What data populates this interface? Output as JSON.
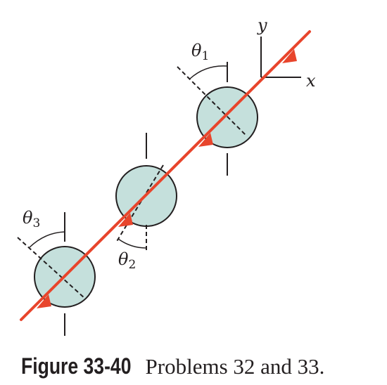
{
  "diagram": {
    "angle_labels": [
      {
        "symbol": "θ",
        "subscript": "1"
      },
      {
        "symbol": "θ",
        "subscript": "2"
      },
      {
        "symbol": "θ",
        "subscript": "3"
      }
    ],
    "axes": {
      "x_label": "x",
      "y_label": "y"
    },
    "colors": {
      "ray": "#e8452c",
      "sheet_fill": "#c5e0dc",
      "stroke": "#231f20"
    }
  },
  "caption": {
    "label": "Figure 33-40",
    "text": "Problems 32 and 33."
  }
}
